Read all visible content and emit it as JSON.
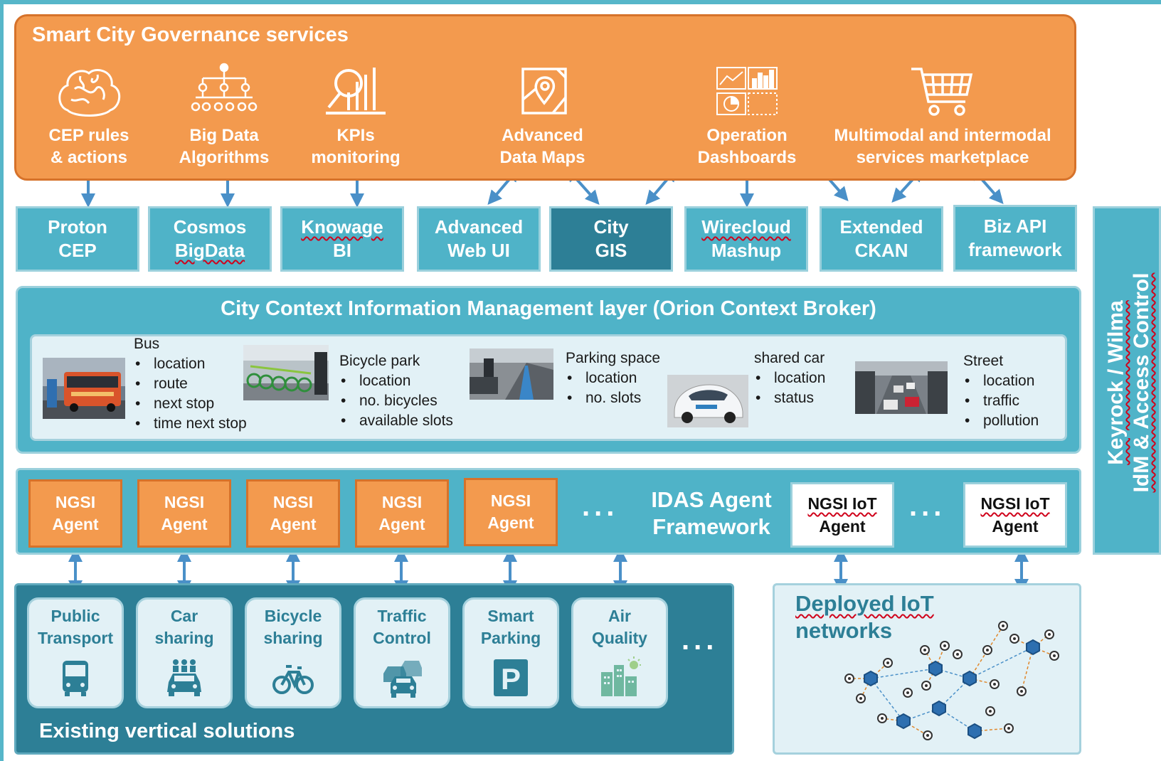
{
  "governance": {
    "title": "Smart City Governance services",
    "services": [
      {
        "line1": "CEP rules",
        "line2": "& actions",
        "icon": "brain-icon"
      },
      {
        "line1": "Big Data",
        "line2": "Algorithms",
        "icon": "hierarchy-icon"
      },
      {
        "line1": "KPIs",
        "line2": "monitoring",
        "icon": "kpi-chart-icon"
      },
      {
        "line1": "Advanced",
        "line2": "Data Maps",
        "icon": "map-pin-icon"
      },
      {
        "line1": "Operation",
        "line2": "Dashboards",
        "icon": "dashboard-icon"
      },
      {
        "line1": "Multimodal and intermodal",
        "line2": "services marketplace",
        "icon": "cart-icon"
      }
    ]
  },
  "components": [
    {
      "line1": "Proton",
      "line2": "CEP"
    },
    {
      "line1": "Cosmos",
      "line2": "BigData"
    },
    {
      "line1": "Knowage",
      "line2": "BI"
    },
    {
      "line1": "Advanced",
      "line2": "Web UI"
    },
    {
      "line1": "City",
      "line2": "GIS"
    },
    {
      "line1": "Wirecloud",
      "line2": "Mashup"
    },
    {
      "line1": "Extended",
      "line2": "CKAN"
    },
    {
      "line1": "Biz API",
      "line2": "framework"
    }
  ],
  "side": {
    "line1": "Keyrock / Wilma",
    "line2": "IdM & Access Control"
  },
  "context": {
    "title": "City Context Information Management layer (Orion Context Broker)",
    "entities": [
      {
        "name": "Bus",
        "attrs": [
          "location",
          "route",
          "next stop",
          "time next stop"
        ],
        "photo": "bus-photo"
      },
      {
        "name": "Bicycle park",
        "attrs": [
          "location",
          "no. bicycles",
          "available slots"
        ],
        "photo": "bicycles-photo"
      },
      {
        "name": "Parking space",
        "attrs": [
          "location",
          "no. slots"
        ],
        "photo": "parking-photo"
      },
      {
        "name": "shared car",
        "attrs": [
          "location",
          "status"
        ],
        "photo": "car-photo"
      },
      {
        "name": "Street",
        "attrs": [
          "location",
          "traffic",
          "pollution"
        ],
        "photo": "street-photo"
      }
    ]
  },
  "idas": {
    "agent_line1": "NGSI",
    "agent_line2": "Agent",
    "iot_line1": "NGSI IoT",
    "iot_line2": "Agent",
    "framework_line1": "IDAS Agent",
    "framework_line2": "Framework",
    "dots": "..."
  },
  "verticals": {
    "label": "Existing vertical solutions",
    "dots": "...",
    "tiles": [
      {
        "line1": "Public",
        "line2": "Transport",
        "icon": "bus-icon"
      },
      {
        "line1": "Car",
        "line2": "sharing",
        "icon": "car-sharing-icon"
      },
      {
        "line1": "Bicycle",
        "line2": "sharing",
        "icon": "bicycle-icon"
      },
      {
        "line1": "Traffic",
        "line2": "Control",
        "icon": "traffic-icon"
      },
      {
        "line1": "Smart",
        "line2": "Parking",
        "icon": "parking-icon"
      },
      {
        "line1": "Air",
        "line2": "Quality",
        "icon": "air-quality-icon"
      }
    ]
  },
  "iot": {
    "line1": "Deployed IoT",
    "line2": "networks",
    "icon": "sensor-network-icon"
  },
  "colors": {
    "orange": "#f39a4e",
    "teal": "#4fb3c8",
    "dark_teal": "#2d7f96",
    "light": "#e2f1f6",
    "arrow": "#4a90c8"
  }
}
